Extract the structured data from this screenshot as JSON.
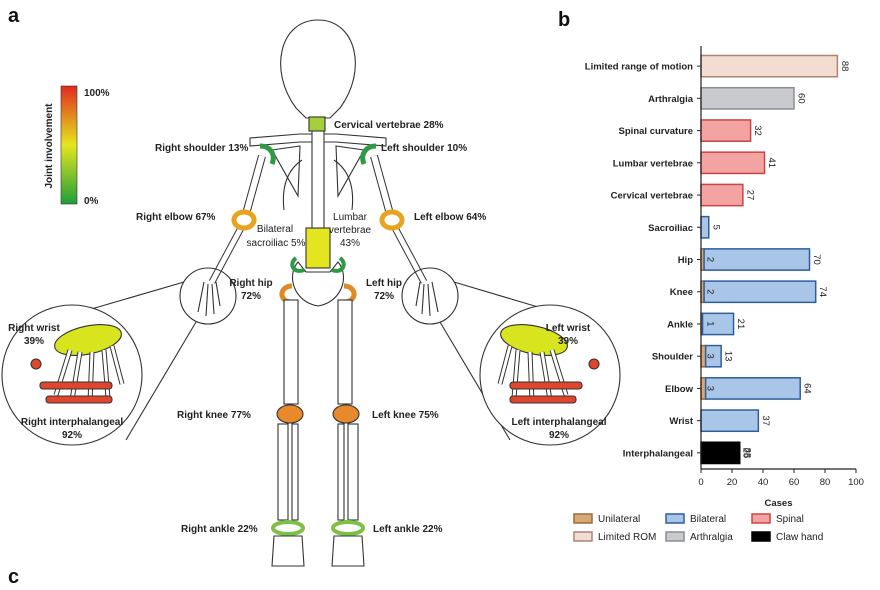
{
  "panels": {
    "a": "a",
    "b": "b",
    "c": "c"
  },
  "legend_scale": {
    "title": "Joint involvement",
    "max": "100%",
    "min": "0%"
  },
  "joints": {
    "cervical": "Cervical vertebrae 28%",
    "right_shoulder": "Right shoulder 13%",
    "left_shoulder": "Left shoulder 10%",
    "right_elbow": "Right elbow 67%",
    "left_elbow": "Left elbow 64%",
    "sacroiliac_1": "Bilateral",
    "sacroiliac_2": "sacroiliac 5%",
    "lumbar_1": "Lumbar",
    "lumbar_2": "vertebrae",
    "lumbar_3": "43%",
    "right_hip_1": "Right hip",
    "right_hip_2": "72%",
    "left_hip_1": "Left hip",
    "left_hip_2": "72%",
    "right_wrist_1": "Right wrist",
    "right_wrist_2": "39%",
    "left_wrist_1": "Left wrist",
    "left_wrist_2": "39%",
    "right_ip_1": "Right interphalangeal",
    "right_ip_2": "92%",
    "left_ip_1": "Left interphalangeal",
    "left_ip_2": "92%",
    "right_knee": "Right knee 77%",
    "left_knee": "Left knee 75%",
    "right_ankle": "Right ankle 22%",
    "left_ankle": "Left ankle 22%"
  },
  "chart_data": {
    "type": "bar",
    "orientation": "horizontal",
    "xlabel": "Cases",
    "xlim": [
      0,
      100
    ],
    "xticks": [
      0,
      20,
      40,
      60,
      80,
      100
    ],
    "categories": [
      "Limited range of motion",
      "Arthralgia",
      "Spinal curvature",
      "Lumbar vertebrae",
      "Cervical vertebrae",
      "Sacroiliac",
      "Hip",
      "Knee",
      "Ankle",
      "Shoulder",
      "Elbow",
      "Wrist",
      "Interphalangeal"
    ],
    "series": [
      {
        "name": "Unilateral",
        "values": [
          0,
          0,
          0,
          0,
          0,
          0,
          2,
          2,
          1,
          3,
          3,
          0,
          0
        ]
      },
      {
        "name": "Bilateral",
        "values": [
          0,
          0,
          0,
          0,
          0,
          5,
          68,
          72,
          20,
          10,
          61,
          37,
          0
        ]
      },
      {
        "name": "Spinal",
        "values": [
          0,
          0,
          32,
          41,
          27,
          0,
          0,
          0,
          0,
          0,
          0,
          0,
          0
        ]
      },
      {
        "name": "Limited ROM",
        "values": [
          88,
          0,
          0,
          0,
          0,
          0,
          0,
          0,
          0,
          0,
          0,
          0,
          0
        ]
      },
      {
        "name": "Arthralgia",
        "values": [
          0,
          60,
          0,
          0,
          0,
          0,
          0,
          0,
          0,
          0,
          0,
          0,
          0
        ]
      },
      {
        "name": "Claw hand",
        "values": [
          0,
          0,
          0,
          0,
          0,
          0,
          0,
          0,
          0,
          0,
          0,
          0,
          25
        ]
      }
    ],
    "inner_labels": [
      "",
      "",
      "",
      "",
      "",
      "",
      "2",
      "2",
      "1",
      "3",
      "3",
      "",
      "25"
    ],
    "total_labels": [
      "88",
      "60",
      "32",
      "41",
      "27",
      "5",
      "70",
      "74",
      "21",
      "13",
      "64",
      "37",
      "88"
    ],
    "colors": {
      "Unilateral": {
        "fill": "#d9a878",
        "stroke": "#9a6a3c"
      },
      "Bilateral": {
        "fill": "#a9c6e8",
        "stroke": "#2e5f9a"
      },
      "Spinal": {
        "fill": "#f4a3a3",
        "stroke": "#c94545"
      },
      "Limited ROM": {
        "fill": "#f3ddd3",
        "stroke": "#a98572"
      },
      "Arthralgia": {
        "fill": "#c8cacd",
        "stroke": "#8c8e91"
      },
      "Claw hand": {
        "fill": "#000000",
        "stroke": "#000000"
      }
    },
    "legend": [
      "Unilateral",
      "Bilateral",
      "Spinal",
      "Limited ROM",
      "Arthralgia",
      "Claw hand"
    ]
  }
}
